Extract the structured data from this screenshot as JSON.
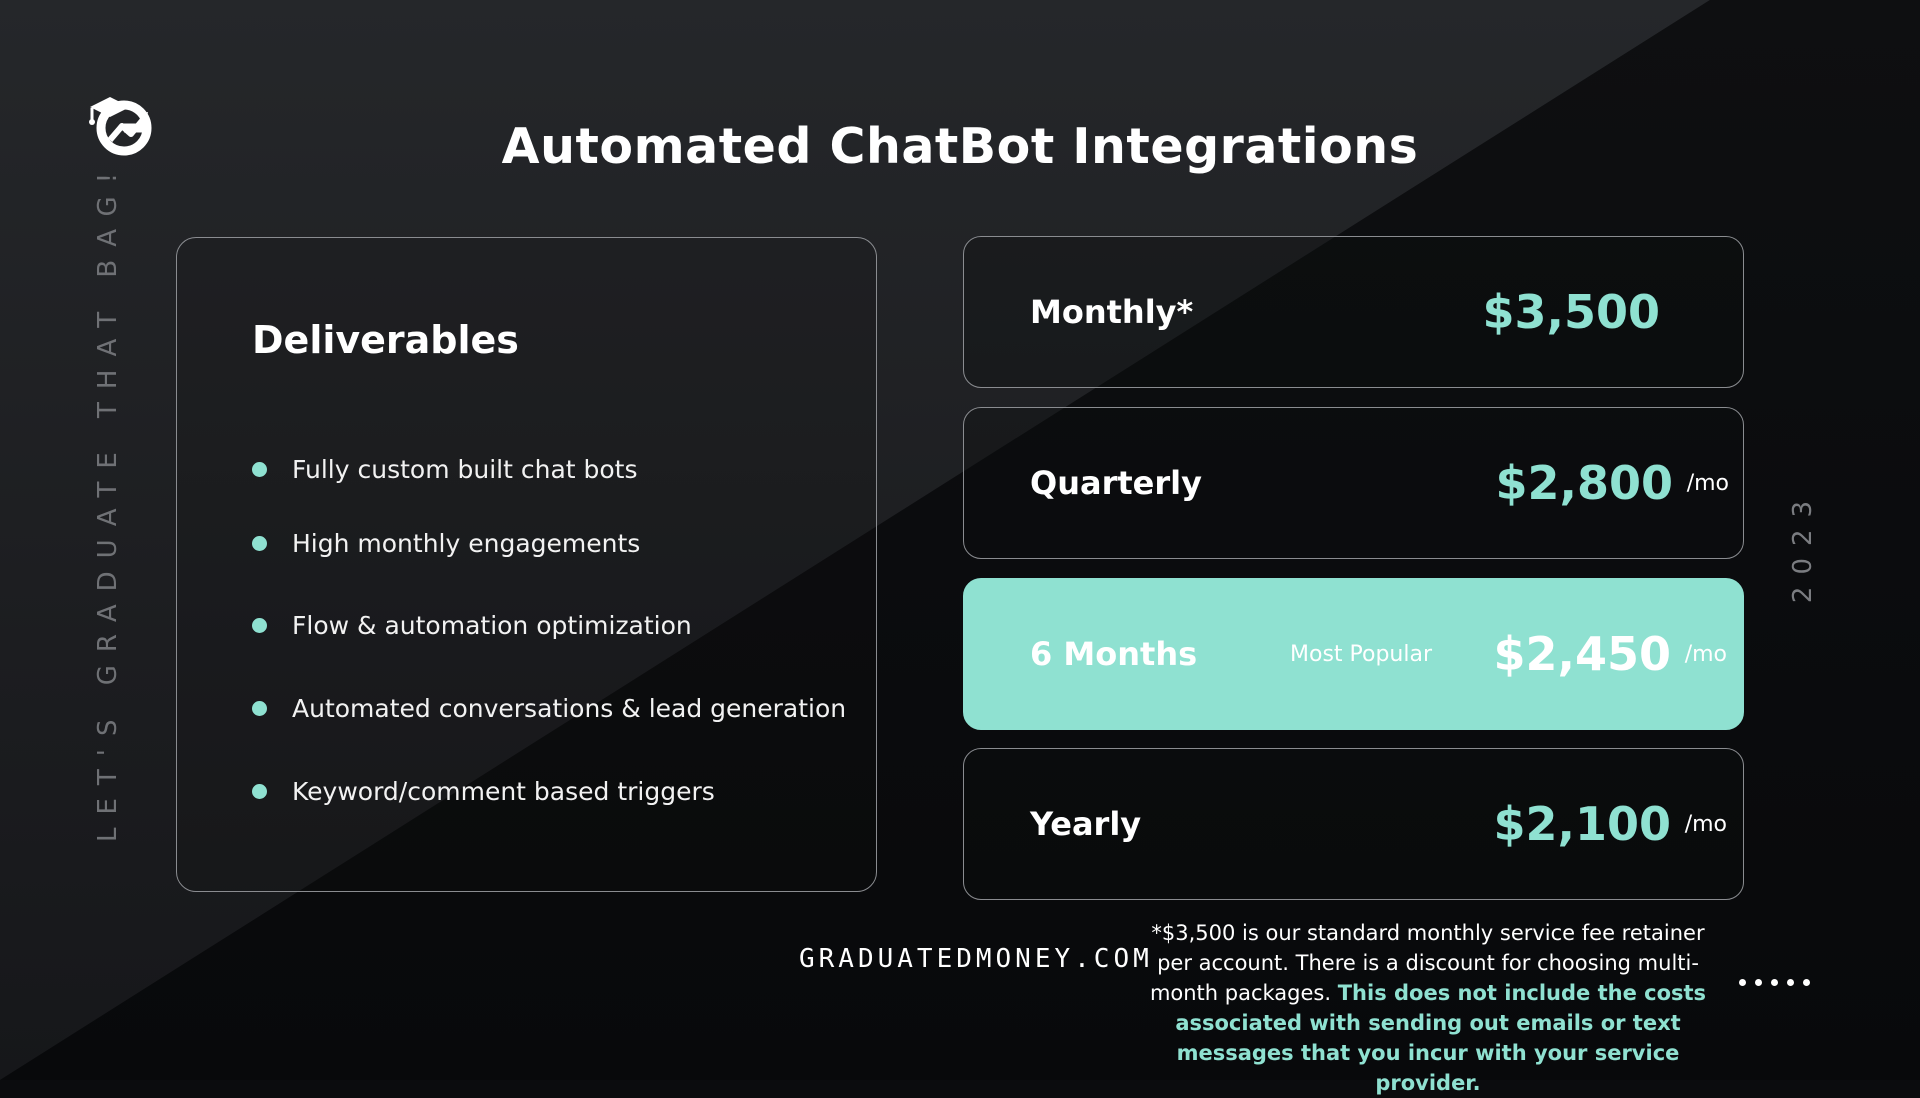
{
  "brand": {
    "logo_icon": "graduation-cap-g-logo-icon",
    "accent_color": "#8fe1d1"
  },
  "title": "Automated ChatBot Integrations",
  "side_text_left": "LET'S GRADUATE THAT BAG!",
  "side_text_right": "2023",
  "deliverables": {
    "heading": "Deliverables",
    "items": [
      "Fully custom built chat bots",
      "High monthly engagements",
      "Flow & automation optimization",
      "Automated conversations & lead generation",
      "Keyword/comment based triggers"
    ]
  },
  "plans": [
    {
      "name": "Monthly*",
      "price": "$3,500",
      "per": ""
    },
    {
      "name": "Quarterly",
      "price": "$2,800",
      "per": "/mo"
    },
    {
      "name": "6 Months",
      "tag": "Most Popular",
      "price": "$2,450",
      "per": "/mo"
    },
    {
      "name": "Yearly",
      "price": "$2,100",
      "per": "/mo"
    }
  ],
  "website": "GRADUATEDMONEY.COM",
  "footnote": {
    "normal": "*$3,500 is our standard monthly service fee retainer per account. There is a discount for choosing multi-month packages.",
    "highlight": "This does not include the costs associated with sending out emails or text messages that you incur with your service provider."
  },
  "pager_icon": "five-dots-pagination-icon"
}
